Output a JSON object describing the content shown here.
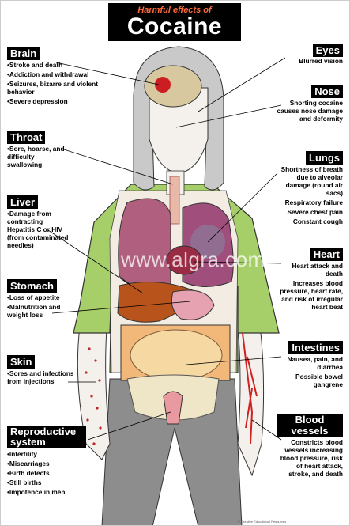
{
  "title": {
    "small": "Harmful effects of",
    "big": "Cocaine"
  },
  "sections": {
    "brain": {
      "heading": "Brain",
      "items": [
        "Stroke and death",
        "Addiction and withdrawal",
        "Seizures, bizarre and violent behavior",
        "Severe depression"
      ]
    },
    "throat": {
      "heading": "Throat",
      "items": [
        "Sore, hoarse, and difficulty swallowing"
      ]
    },
    "liver": {
      "heading": "Liver",
      "items": [
        "Damage from contracting Hepatitis C or HIV (from contaminated needles)"
      ]
    },
    "stomach": {
      "heading": "Stomach",
      "items": [
        "Loss of appetite",
        "Malnutrition and weight loss"
      ]
    },
    "skin": {
      "heading": "Skin",
      "items": [
        "Sores and infections from injections"
      ]
    },
    "reproductive": {
      "heading": "Reproductive system",
      "items": [
        "Infertility",
        "Miscarriages",
        "Birth defects",
        "Still births",
        "Impotence in men"
      ]
    },
    "eyes": {
      "heading": "Eyes",
      "items": [
        "Blurred vision"
      ]
    },
    "nose": {
      "heading": "Nose",
      "items": [
        "Snorting cocaine causes nose damage and deformity"
      ]
    },
    "lungs": {
      "heading": "Lungs",
      "items": [
        "Shortness of breath due to alveolar damage (round air sacs)",
        "Respiratory failure",
        "Severe chest pain",
        "Constant cough"
      ]
    },
    "heart": {
      "heading": "Heart",
      "items": [
        "Heart attack and death",
        "Increases blood pressure, heart rate, and risk of irregular heart beat"
      ]
    },
    "intestines": {
      "heading": "Intestines",
      "items": [
        "Nausea, pain, and diarrhea",
        "Possible bowel gangrene"
      ]
    },
    "blood_vessels": {
      "heading": "Blood vessels",
      "items": [
        "Constricts blood vessels increasing blood pressure, risk of heart attack, stroke, and death"
      ]
    }
  },
  "watermark": "www.algra.com",
  "copyright": "© Creative Educational Resources",
  "colors": {
    "shirt": "#a6cf6a",
    "hair": "#c9c9c9",
    "lungs": "#b0607e",
    "liver": "#b8531c",
    "intestines": "#f2c98a",
    "jeans": "#8b8b8b"
  }
}
